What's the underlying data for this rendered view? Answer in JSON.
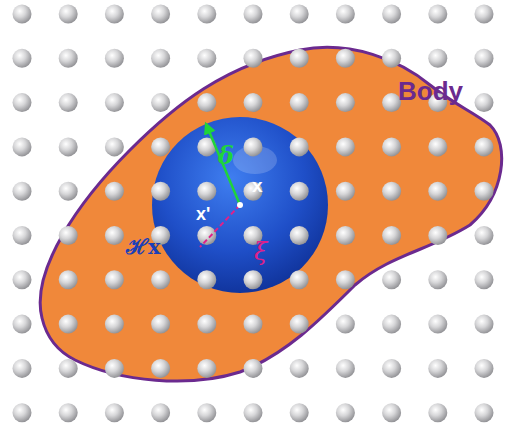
{
  "diagram": {
    "labels": [
      "Body",
      "δ",
      "x",
      "x'",
      "ξ",
      "ℋx"
    ]
  }
}
